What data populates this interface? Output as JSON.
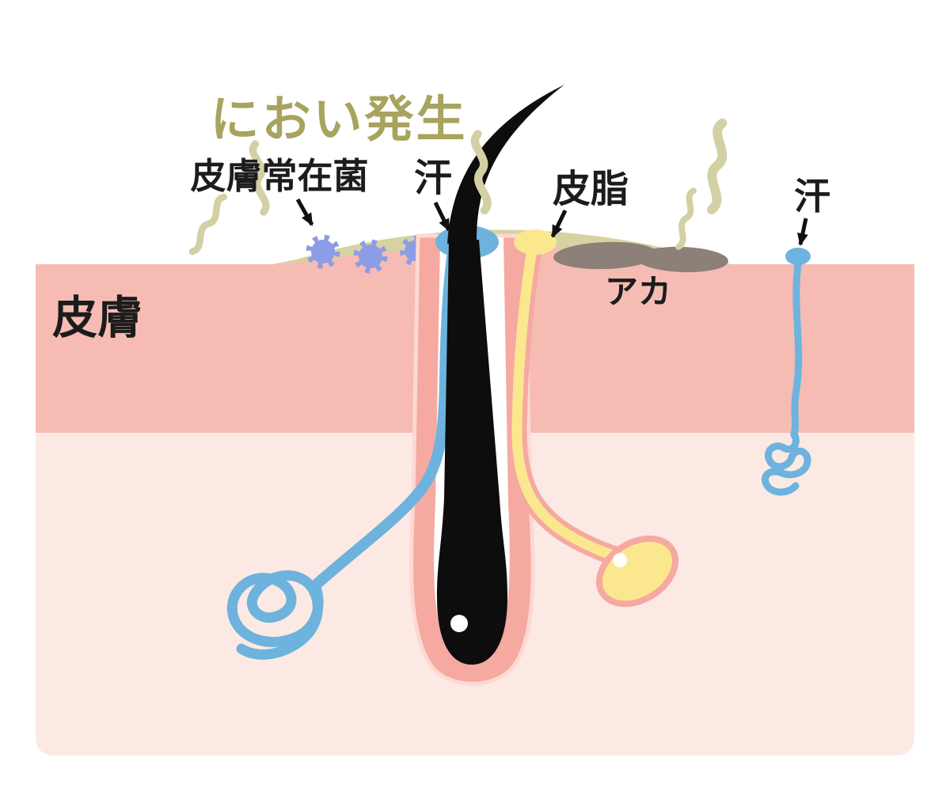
{
  "title": {
    "text": "におい発生"
  },
  "labels": {
    "skin_bacteria": "皮膚常在菌",
    "sweat_surface": "汗",
    "sebum": "皮脂",
    "grime": "アカ",
    "skin": "皮膚",
    "sweat_right": "汗"
  },
  "colors": {
    "background": "#ffffff",
    "title": "#a8a35e",
    "label_text": "#1c1c1c",
    "steam": "#d3d0a4",
    "surface_film": "#d6d2a2",
    "skin_upper": "#f6bcb3",
    "skin_lower": "#fde9e4",
    "follicle": "#f5a9a1",
    "follicle_outline": "#fcd9d2",
    "follicle_canal": "#ffffff",
    "hair": "#0d0d0d",
    "sweat": "#6db3de",
    "bacteria": "#8d9ce6",
    "sebum_fill": "#fbe88e",
    "grime_fill": "#8d8078",
    "arrow": "#111111"
  }
}
